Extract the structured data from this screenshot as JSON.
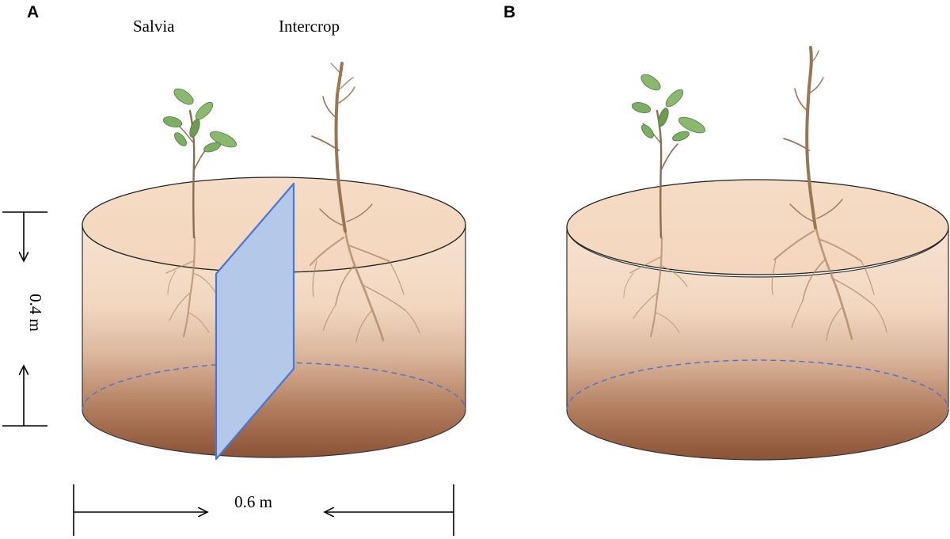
{
  "panels": {
    "a": {
      "label": "A",
      "left_plant_label": "Salvia",
      "right_plant_label": "Intercrop",
      "depth_label": "0.4 m",
      "diameter_label": "0.6 m",
      "divider_color": "#b4c8ea",
      "divider_edge_color": "#4a76d4"
    },
    "b": {
      "label": "B"
    }
  },
  "colors": {
    "soil_top": "#f6e3d2",
    "soil_bottom": "#8a5236",
    "leaf": "#7eae62"
  }
}
